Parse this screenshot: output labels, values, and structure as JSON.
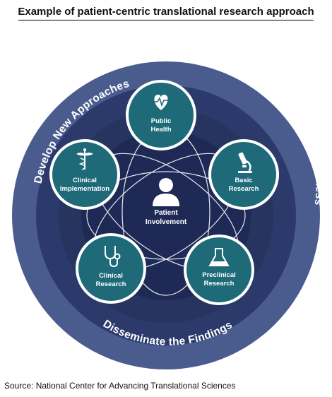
{
  "title": "Example of patient-centric translational research approach",
  "source": "Source: National Center for Advancing Translational Sciences",
  "ring_labels": {
    "top_left": "Develop New Approaches",
    "top_right": "Demonstrate Their Usefulness",
    "bottom": "Disseminate the Findings"
  },
  "center": {
    "line1": "Patient",
    "line2": "Involvement",
    "icon": "person-icon"
  },
  "nodes": [
    {
      "id": "public-health",
      "line1": "Public",
      "line2": "Health",
      "icon": "heart-pulse-icon"
    },
    {
      "id": "basic-research",
      "line1": "Basic",
      "line2": "Research",
      "icon": "microscope-icon"
    },
    {
      "id": "preclinical-research",
      "line1": "Preclinical",
      "line2": "Research",
      "icon": "flask-icon"
    },
    {
      "id": "clinical-research",
      "line1": "Clinical",
      "line2": "Research",
      "icon": "stethoscope-icon"
    },
    {
      "id": "clinical-implementation",
      "line1": "Clinical",
      "line2": "Implementation",
      "icon": "caduceus-icon"
    }
  ],
  "colors": {
    "outer_ring": "#4a5b8e",
    "middle_ring": "#2c3a6b",
    "inner_ring": "#1f2b55",
    "core": "#1b2850",
    "node_fill": "#1e6a78",
    "node_border": "#ffffff"
  }
}
